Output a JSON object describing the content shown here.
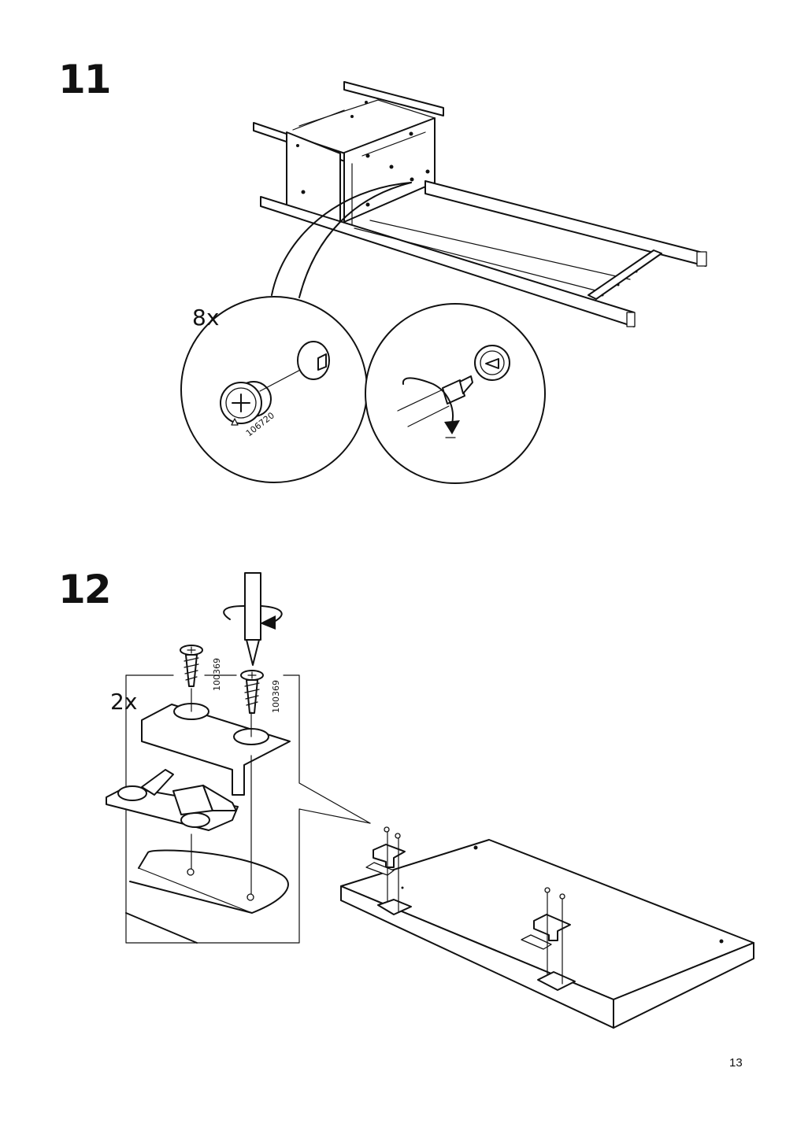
{
  "page": {
    "number": "13"
  },
  "steps": [
    {
      "number": "11",
      "quantity": "8x",
      "part_code": "106720"
    },
    {
      "number": "12",
      "quantity": "2x",
      "part_code_left": "100369",
      "part_code_right": "100369"
    }
  ]
}
